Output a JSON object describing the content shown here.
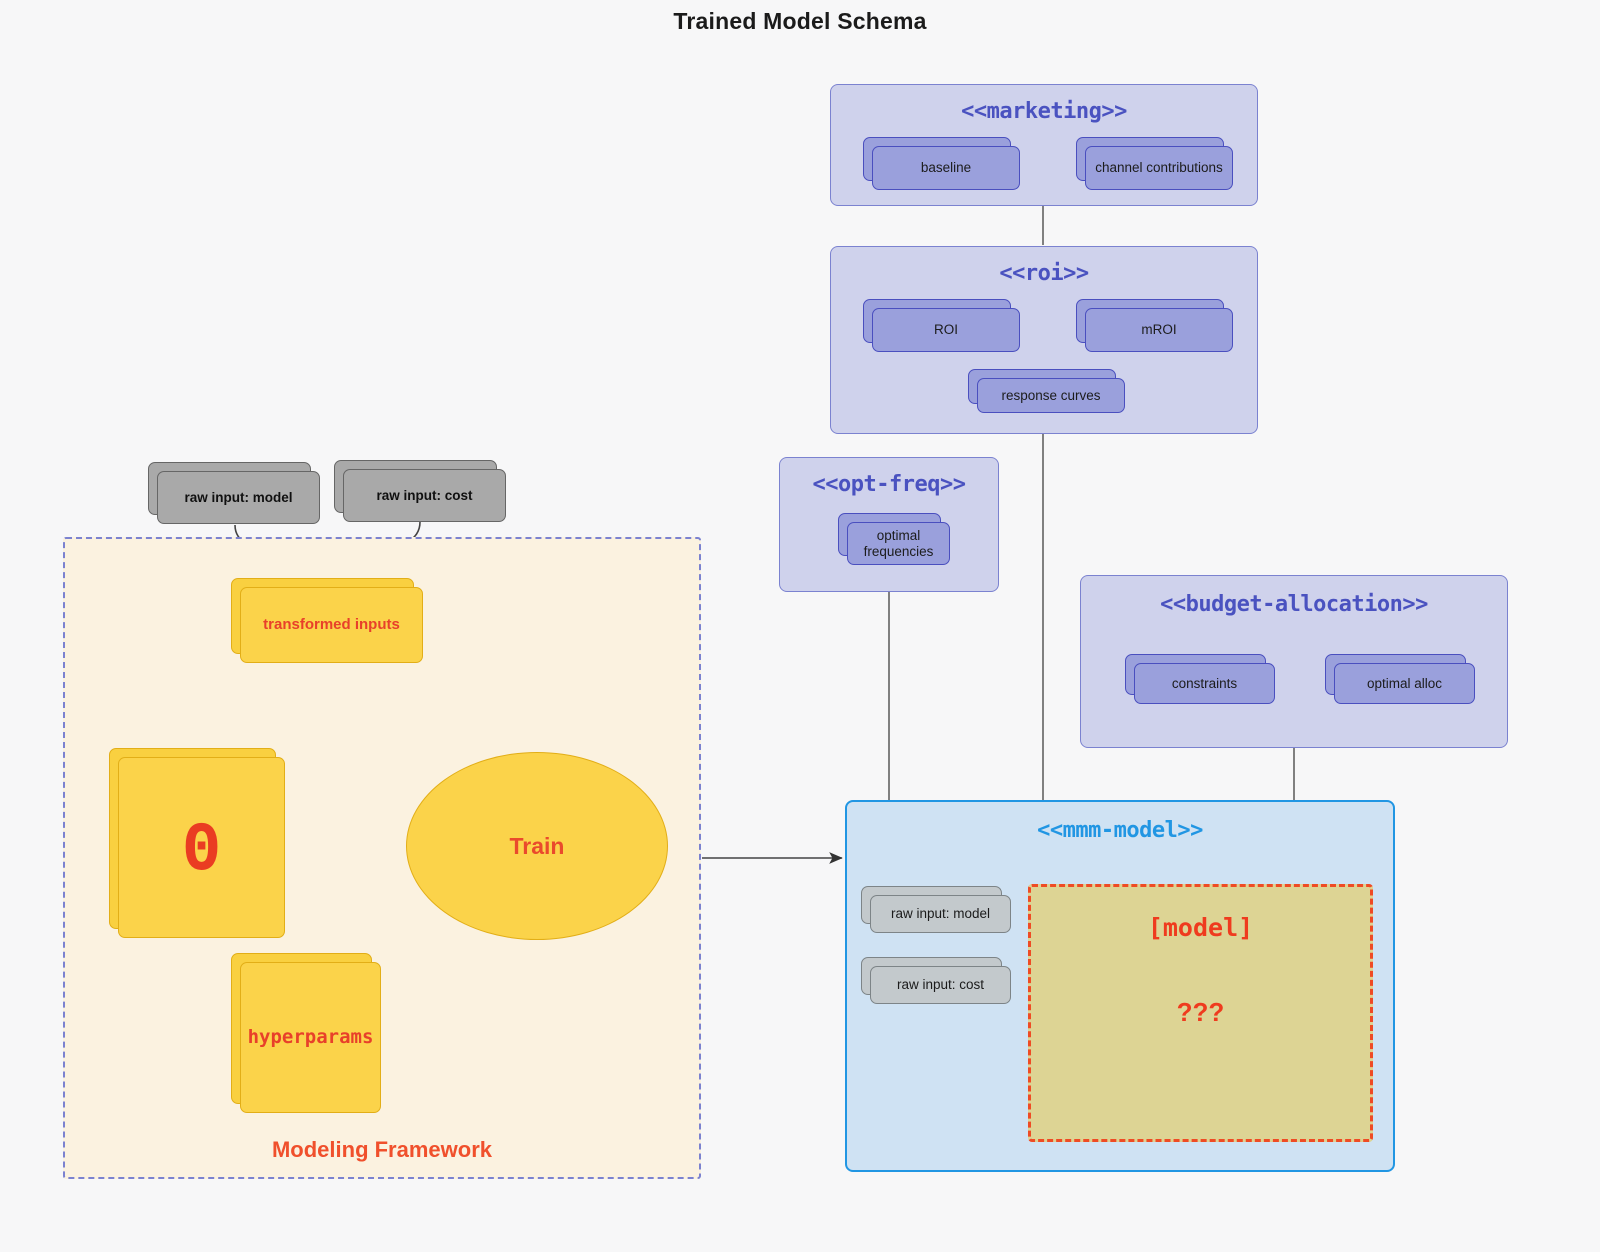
{
  "title": "Trained Model Schema",
  "packages": {
    "marketing": {
      "title": "<<marketing>>",
      "nodes": [
        {
          "label": "baseline"
        },
        {
          "label": "channel contributions"
        }
      ]
    },
    "roi": {
      "title": "<<roi>>",
      "nodes": [
        {
          "label": "ROI"
        },
        {
          "label": "mROI"
        },
        {
          "label": "response curves"
        }
      ]
    },
    "opt_freq": {
      "title": "<<opt-freq>>",
      "nodes": [
        {
          "label": "optimal\nfrequencies",
          "line1": "optimal",
          "line2": "frequencies"
        }
      ]
    },
    "budget_allocation": {
      "title": "<<budget-allocation>>",
      "nodes": [
        {
          "label": "constraints"
        },
        {
          "label": "optimal alloc"
        }
      ]
    },
    "mmm_model": {
      "title": "<<mmm-model>>",
      "inputs": [
        {
          "label": "raw input: model"
        },
        {
          "label": "raw input: cost"
        }
      ],
      "model_box": {
        "label": "[model]",
        "unknown": "???"
      }
    }
  },
  "framework": {
    "label": "Modeling Framework",
    "raw_inputs": [
      {
        "label": "raw input: model"
      },
      {
        "label": "raw input: cost"
      }
    ],
    "transformed_inputs": {
      "label": "transformed inputs"
    },
    "theta": {
      "label": "Θ"
    },
    "hyperparams": {
      "label": "hyperparams"
    },
    "train": {
      "label": "Train"
    }
  },
  "colors": {
    "background": "#f7f7f8",
    "package_fill": "#cfd2ec",
    "package_border": "#7b82d0",
    "package_title": "#4a52c0",
    "node_fill": "#9aa0dc",
    "node_border": "#4a4fbf",
    "mmm_fill": "#cfe2f3",
    "mmm_border": "#2196e3",
    "mmm_title": "#2196e3",
    "framework_fill": "#fbf2e0",
    "framework_border": "#7b82d0",
    "yellow_fill": "#fbd34a",
    "yellow_border": "#e2ae17",
    "accent_red": "#ea3c22",
    "model_fill": "#ddd494",
    "model_border": "#ef4b24",
    "grey_fill": "#a9a9a9",
    "grey_border": "#666666",
    "connector": "#585858"
  }
}
